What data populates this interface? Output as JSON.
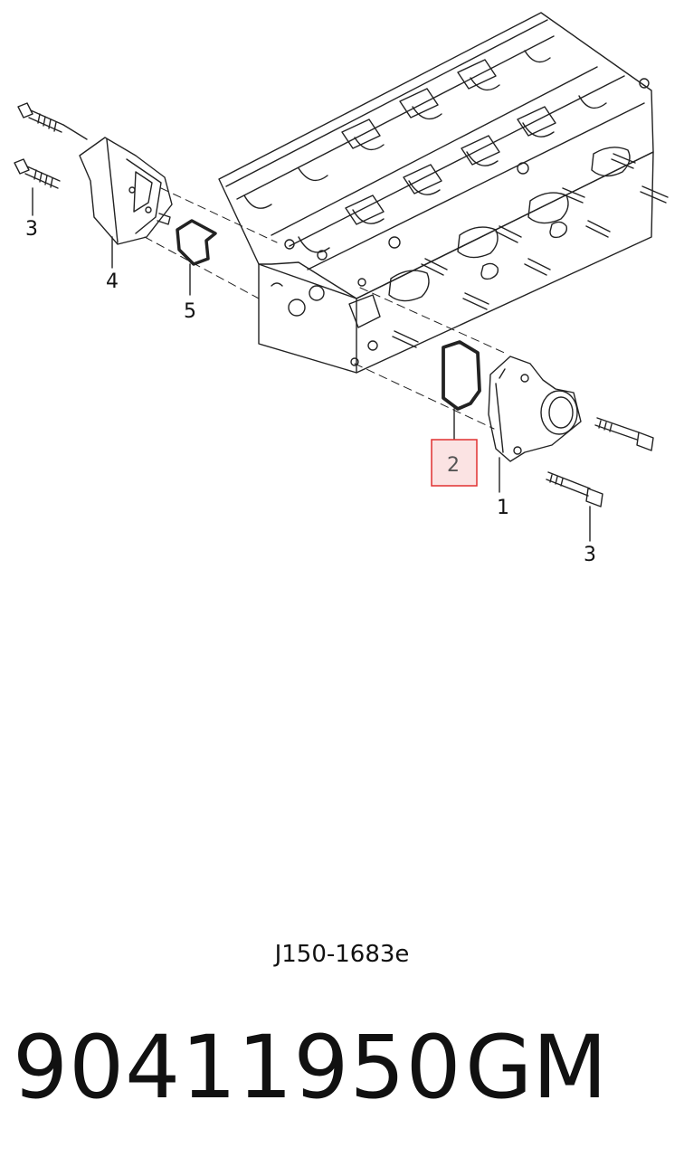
{
  "diagram": {
    "callouts": {
      "c1": "1",
      "c2": "2",
      "c3a": "3",
      "c3b": "3",
      "c4": "4",
      "c5": "5"
    },
    "highlight_color": "#e03030",
    "highlight_fill": "#fbe3e3",
    "code": "J150-1683e"
  },
  "part": {
    "number": "90411950",
    "brand": "GM"
  }
}
